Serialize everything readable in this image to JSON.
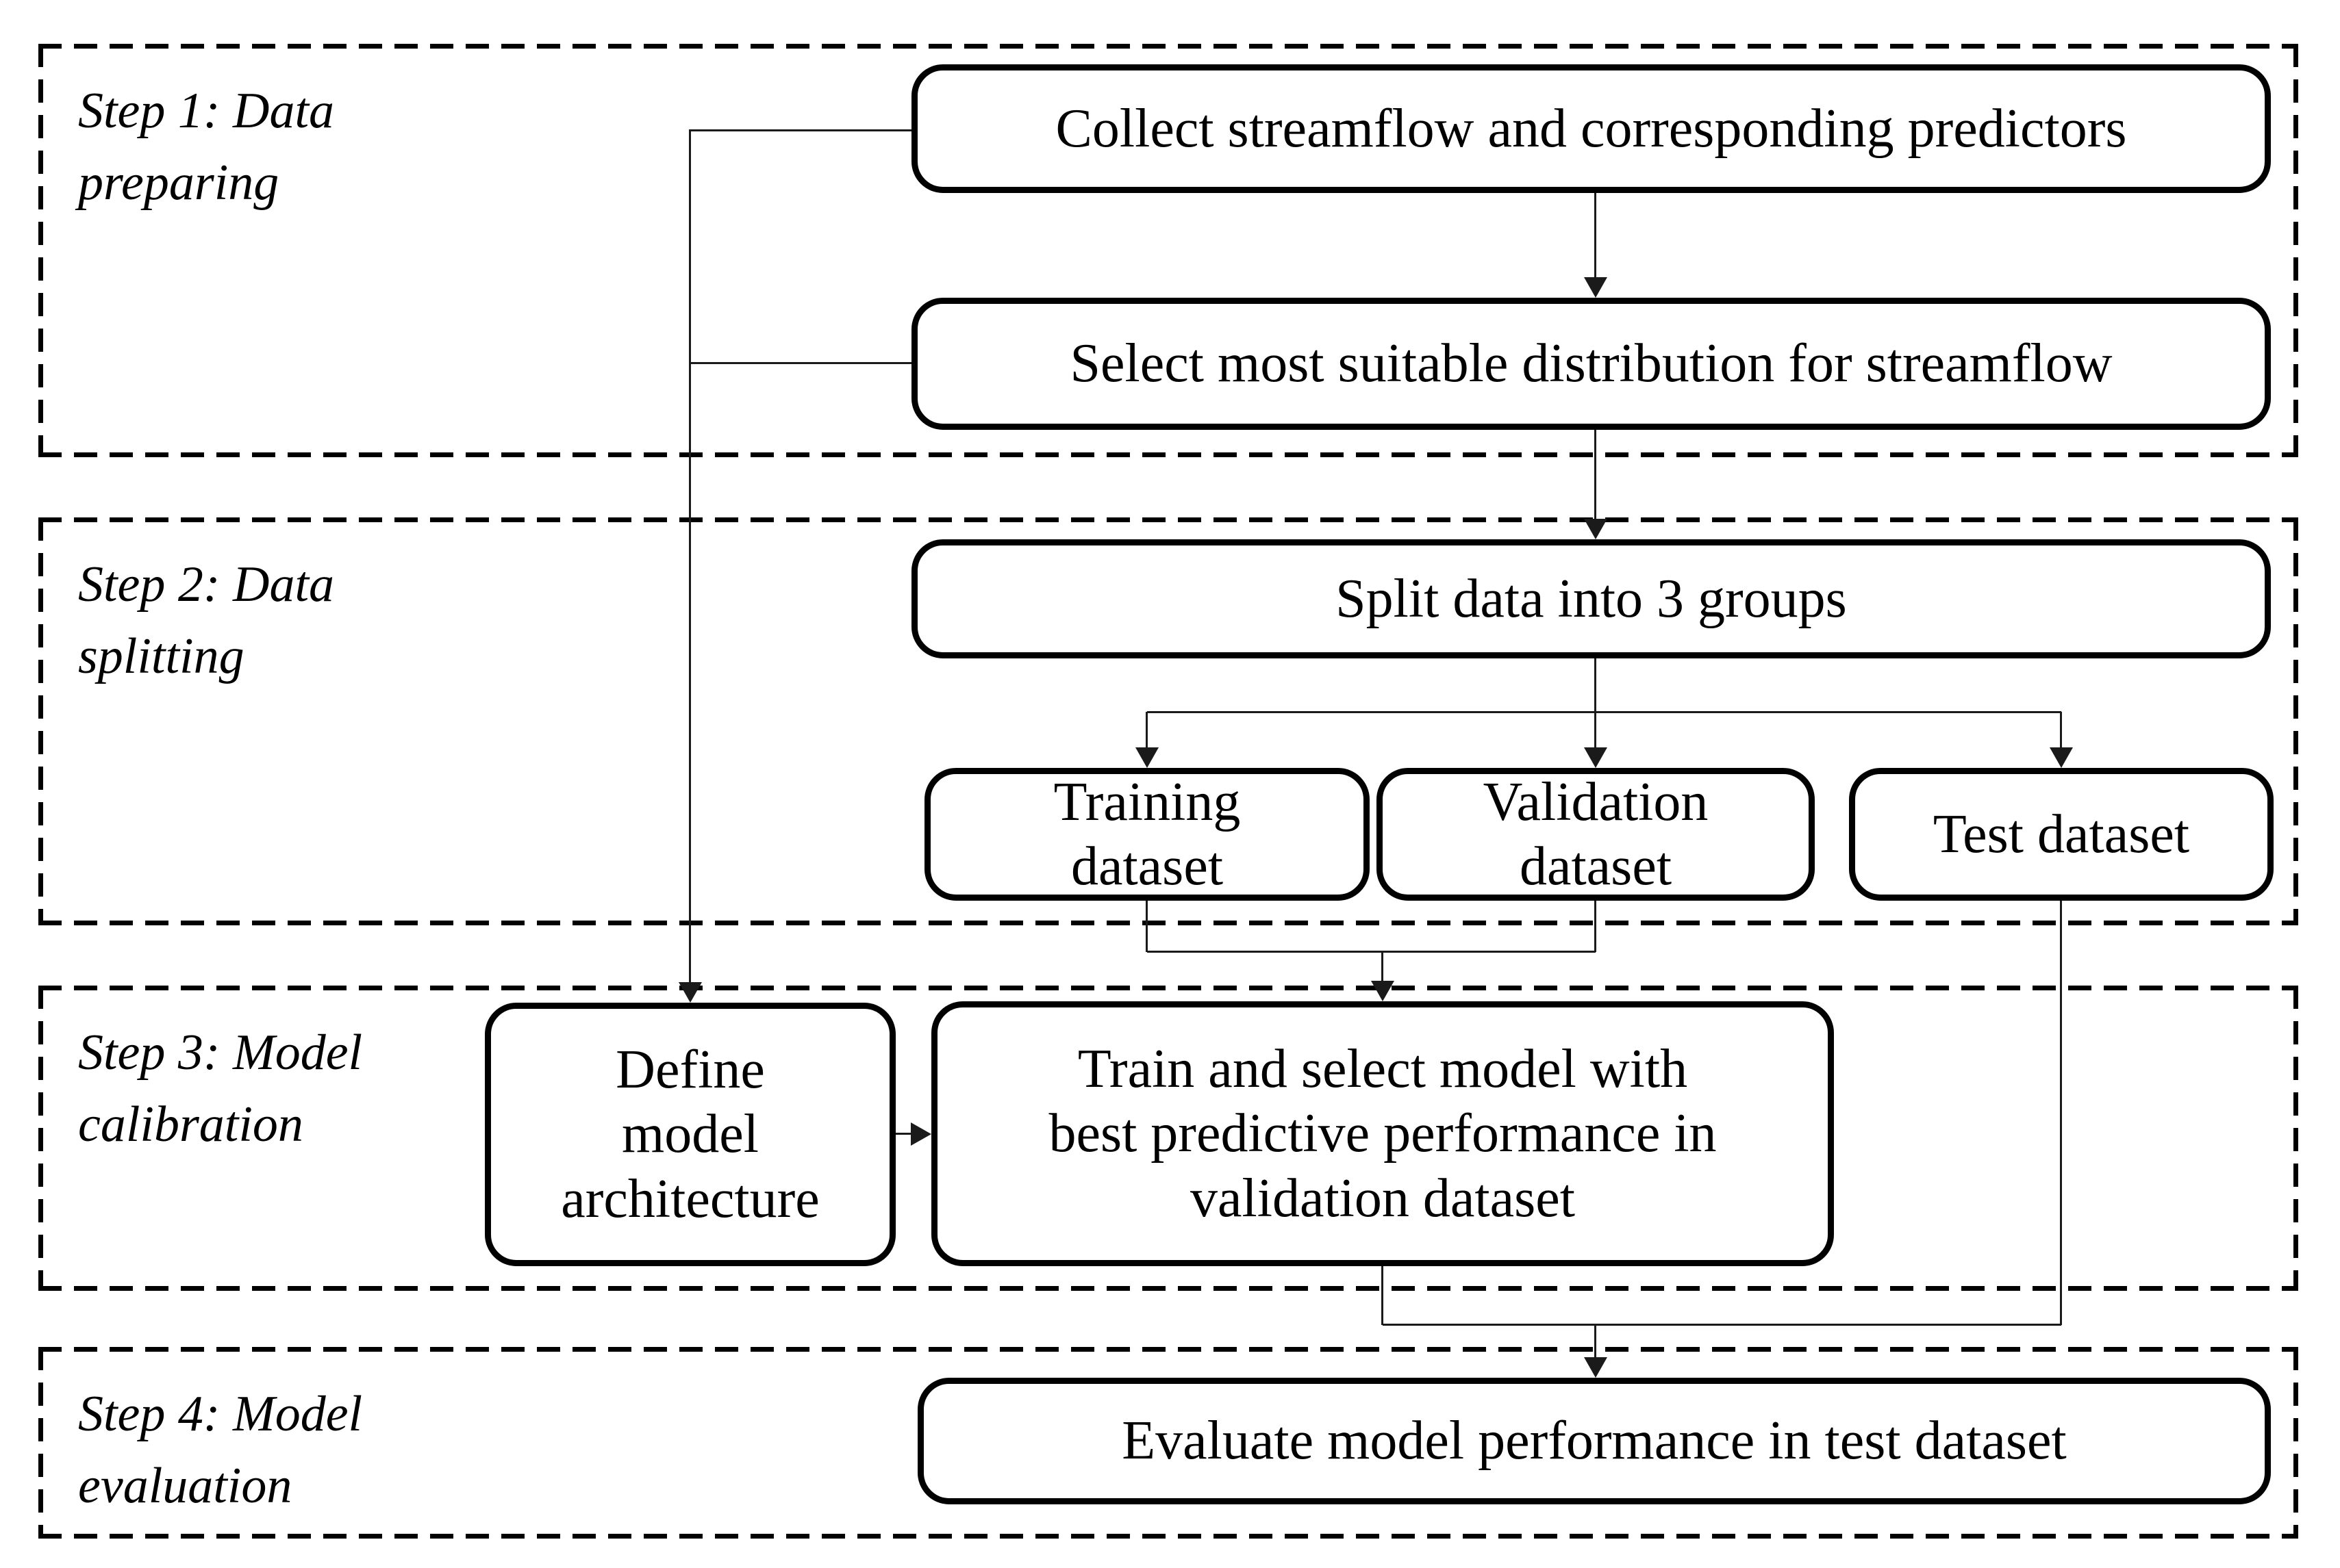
{
  "steps": [
    {
      "label": "Step 1: Data\npreparing"
    },
    {
      "label": "Step 2: Data\nsplitting"
    },
    {
      "label": "Step 3: Model\ncalibration"
    },
    {
      "label": "Step 4: Model\nevaluation"
    }
  ],
  "boxes": {
    "collect": {
      "label": "Collect streamflow and corresponding predictors"
    },
    "select": {
      "label": "Select most suitable distribution for streamflow"
    },
    "split": {
      "label": "Split data into 3 groups"
    },
    "training": {
      "label": "Training\ndataset"
    },
    "validation": {
      "label": "Validation\ndataset"
    },
    "test": {
      "label": "Test dataset"
    },
    "define": {
      "label": "Define\nmodel\narchitecture"
    },
    "train": {
      "label": "Train and select model with\nbest predictive performance in\nvalidation dataset"
    },
    "evaluate": {
      "label": "Evaluate model performance in test dataset"
    }
  },
  "edges": [
    {
      "from": "collect",
      "to": "select"
    },
    {
      "from": "select",
      "to": "split"
    },
    {
      "from": "split",
      "to": "training"
    },
    {
      "from": "split",
      "to": "validation"
    },
    {
      "from": "split",
      "to": "test"
    },
    {
      "from": "collect",
      "to": "define"
    },
    {
      "from": "select",
      "to": "define"
    },
    {
      "from": "define",
      "to": "train"
    },
    {
      "from": "training",
      "to": "train"
    },
    {
      "from": "validation",
      "to": "train"
    },
    {
      "from": "train",
      "to": "evaluate"
    },
    {
      "from": "test",
      "to": "evaluate"
    }
  ],
  "colors": {
    "background": "#ffffff",
    "line": "#000000"
  }
}
